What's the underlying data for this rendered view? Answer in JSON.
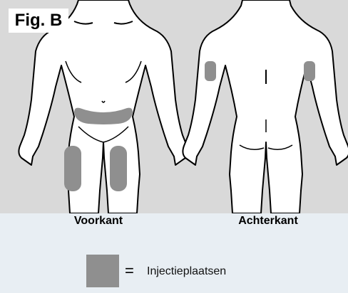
{
  "figure": {
    "label": "Fig. B",
    "front_label": "Voorkant",
    "back_label": "Achterkant"
  },
  "legend": {
    "equals": "=",
    "text": "Injectieplaatsen"
  },
  "colors": {
    "background": "#d9d9d9",
    "injection_site": "#8f8f8f",
    "body_fill": "#ffffff",
    "outline": "#000000"
  }
}
